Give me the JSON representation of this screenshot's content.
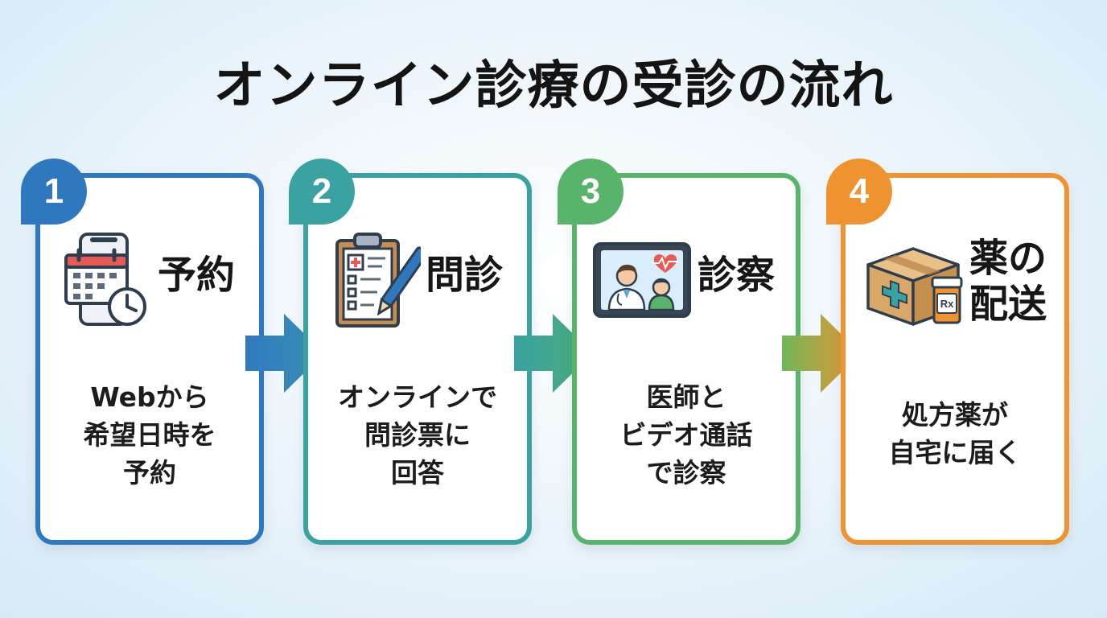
{
  "title": "オンライン診療の受診の流れ",
  "steps": [
    {
      "number": "1",
      "heading_lines": [
        "予約"
      ],
      "desc_lines": [
        "Webから",
        "希望日時を",
        "予約"
      ],
      "color": "#2f78bf",
      "icon": "calendar-phone-clock-icon"
    },
    {
      "number": "2",
      "heading_lines": [
        "問診"
      ],
      "desc_lines": [
        "オンラインで",
        "問診票に",
        "回答"
      ],
      "color": "#3aa2a0",
      "icon": "clipboard-pen-icon"
    },
    {
      "number": "3",
      "heading_lines": [
        "診察"
      ],
      "desc_lines": [
        "医師と",
        "ビデオ通話",
        "で診察"
      ],
      "color": "#58b46a",
      "icon": "video-call-doctor-icon"
    },
    {
      "number": "4",
      "heading_lines": [
        "薬の",
        "配送"
      ],
      "desc_lines": [
        "処方薬が",
        "自宅に届く"
      ],
      "color": "#ef9331",
      "icon": "medicine-box-icon"
    }
  ],
  "box_label": "Rx"
}
